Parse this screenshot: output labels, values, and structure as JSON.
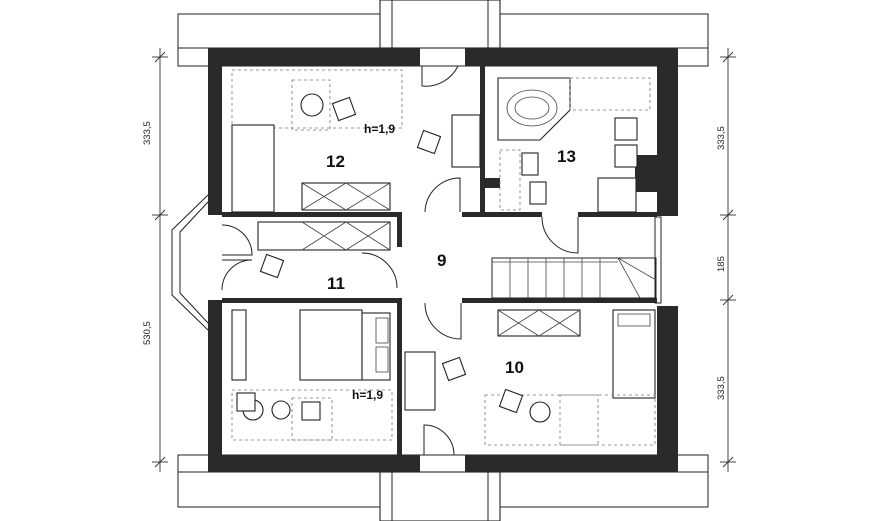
{
  "rooms": [
    {
      "id": "room-12",
      "label": "12"
    },
    {
      "id": "room-13",
      "label": "13"
    },
    {
      "id": "room-9",
      "label": "9"
    },
    {
      "id": "room-11",
      "label": "11"
    },
    {
      "id": "room-10",
      "label": "10"
    }
  ],
  "heights": {
    "upper": "h=1,9",
    "lower": "h=1,9"
  },
  "dimensions": {
    "left_upper": "333,5",
    "left_lower": "530,5",
    "right_upper": "333,5",
    "right_middle": "185",
    "right_lower": "333,5"
  }
}
